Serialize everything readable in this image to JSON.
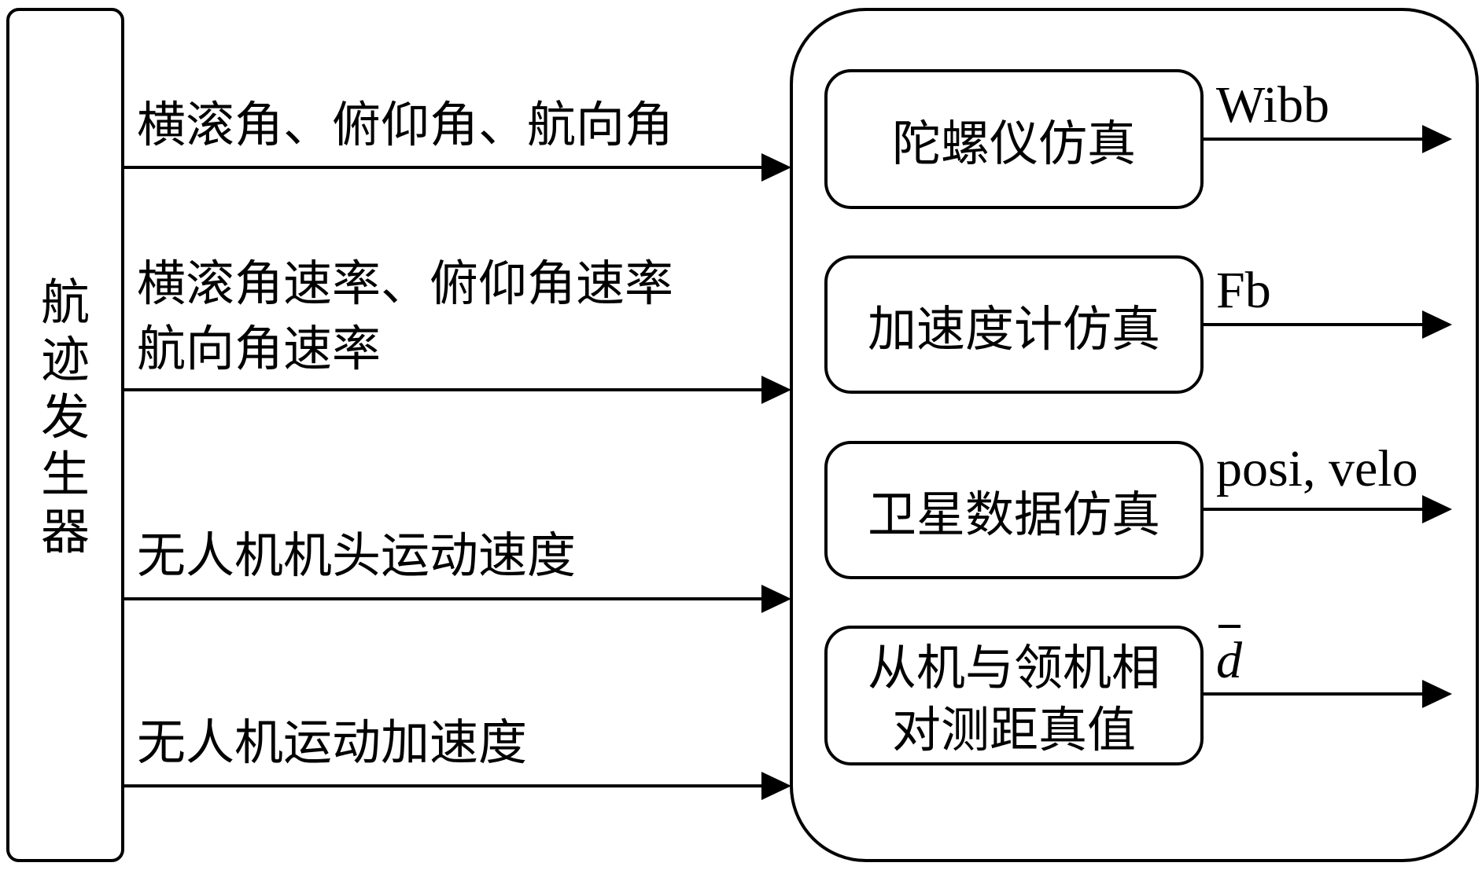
{
  "generator": {
    "label_chars": [
      "航",
      "迹",
      "发",
      "生",
      "器"
    ]
  },
  "signals": [
    {
      "lines": [
        "横滚角、俯仰角、航向角"
      ]
    },
    {
      "lines": [
        "横滚角速率、俯仰角速率",
        "航向角速率"
      ]
    },
    {
      "lines": [
        "无人机机头运动速度"
      ]
    },
    {
      "lines": [
        "无人机运动加速度"
      ]
    }
  ],
  "modules": [
    {
      "lines": [
        "陀螺仪仿真"
      ],
      "output": "Wibb"
    },
    {
      "lines": [
        "加速度计仿真"
      ],
      "output": "Fb"
    },
    {
      "lines": [
        "卫星数据仿真"
      ],
      "output": "posi, velo"
    },
    {
      "lines": [
        "从机与领机相",
        "对测距真值"
      ],
      "output": "d"
    }
  ]
}
